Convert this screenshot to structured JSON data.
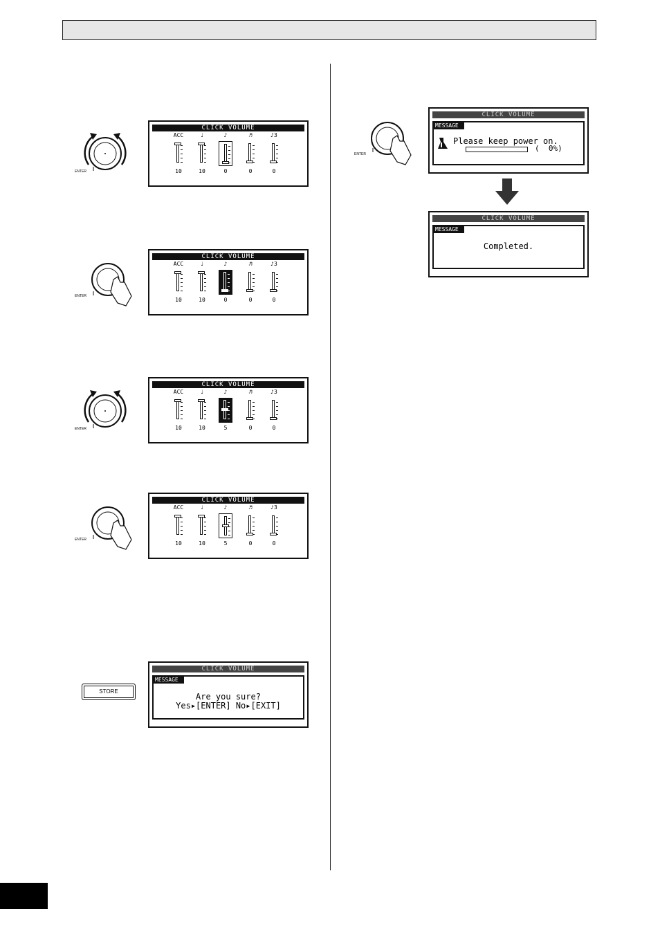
{
  "lcd": {
    "title": "CLICK VOLUME",
    "columns": [
      "ACC",
      "♩",
      "♪",
      "♬",
      "♪3"
    ]
  },
  "steps": [
    {
      "values": [
        "10",
        "10",
        "0",
        "0",
        "0"
      ],
      "levels": [
        1,
        1,
        0,
        0,
        0
      ],
      "selected": 2,
      "mode": "box"
    },
    {
      "values": [
        "10",
        "10",
        "0",
        "0",
        "0"
      ],
      "levels": [
        1,
        1,
        0,
        0,
        0
      ],
      "selected": 2,
      "mode": "inv"
    },
    {
      "values": [
        "10",
        "10",
        "5",
        "0",
        "0"
      ],
      "levels": [
        1,
        1,
        0.5,
        0,
        0
      ],
      "selected": 2,
      "mode": "inv"
    },
    {
      "values": [
        "10",
        "10",
        "5",
        "0",
        "0"
      ],
      "levels": [
        1,
        1,
        0.5,
        0,
        0
      ],
      "selected": 2,
      "mode": "box"
    }
  ],
  "message": {
    "label": "MESSAGE",
    "confirm_line1": "Are you sure?",
    "confirm_line2": "Yes▸[ENTER] No▸[EXIT]",
    "progress_text": "Please keep power on.",
    "progress_percent": "(  0%)",
    "progress_fraction": 0,
    "completed": "Completed."
  },
  "controls": {
    "enter_label": "ENTER",
    "store_label": "STORE"
  }
}
